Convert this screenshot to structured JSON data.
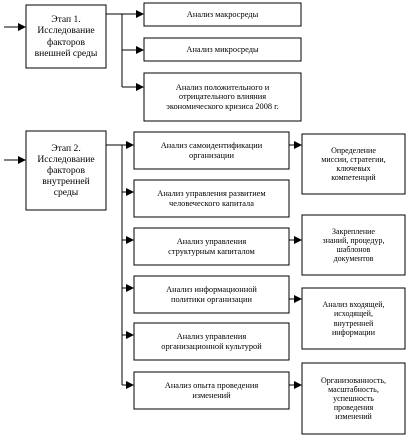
{
  "stage1": {
    "title": "Этап 1.\nИсследование\nфакторов\nвнешней среды",
    "items": [
      "Анализ макросреды",
      "Анализ микросреды",
      "Анализ положительного и\nотрицательного влияния\nэкономического кризиса 2008 г."
    ]
  },
  "stage2": {
    "title": "Этап 2.\nИсследование\nфакторов\nвнутренней\nсреды",
    "items": [
      "Анализ самоидентификации\nорганизации",
      "Анализ управления развитием\nчеловеческого капитала",
      "Анализ управления\nструктурным капиталом",
      "Анализ информационной\nполитики организации",
      "Анализ управления\nорганизационной культурой",
      "Анализ опыта проведения\nизменений"
    ],
    "results": [
      "Определение\nмиссии, стратегии,\nключевых\nкомпетенций",
      "Закрепление\nзнаний, процедур,\nшаблонов\nдокументов",
      "Анализ входящей,\nисходящей,\nвнутренней\nинформации",
      "Организованность,\nмасштабность,\nуспешность\nпроведения\nизменений"
    ]
  }
}
